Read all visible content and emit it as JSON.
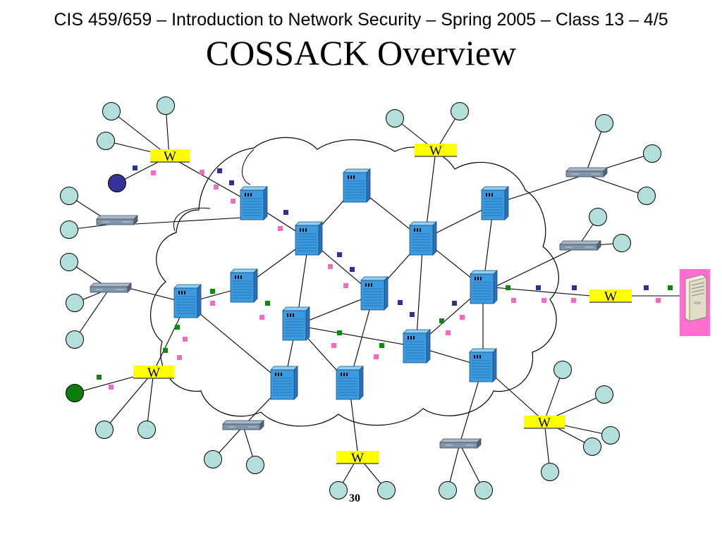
{
  "slide": {
    "header": "CIS 459/659 – Introduction to Network Security – Spring 2005 – Class 13 – 4/5",
    "title": "COSSACK Overview",
    "page_number": "30"
  },
  "watchers": {
    "label": "W",
    "fill": "#ffff00"
  },
  "colors": {
    "host": "#b2dfdb",
    "router_front": "#3a9be0",
    "router_side": "#2f6fb8",
    "router_top": "#8fd0f5",
    "cloud_stroke": "#000000",
    "packet_navy": "#2e3192",
    "packet_pink": "#f06bc4",
    "packet_green": "#0a8a0a",
    "attacker_navy": "#33339a",
    "attacker_green": "#0a7d0a",
    "server_backdrop": "#ff6fcf"
  }
}
